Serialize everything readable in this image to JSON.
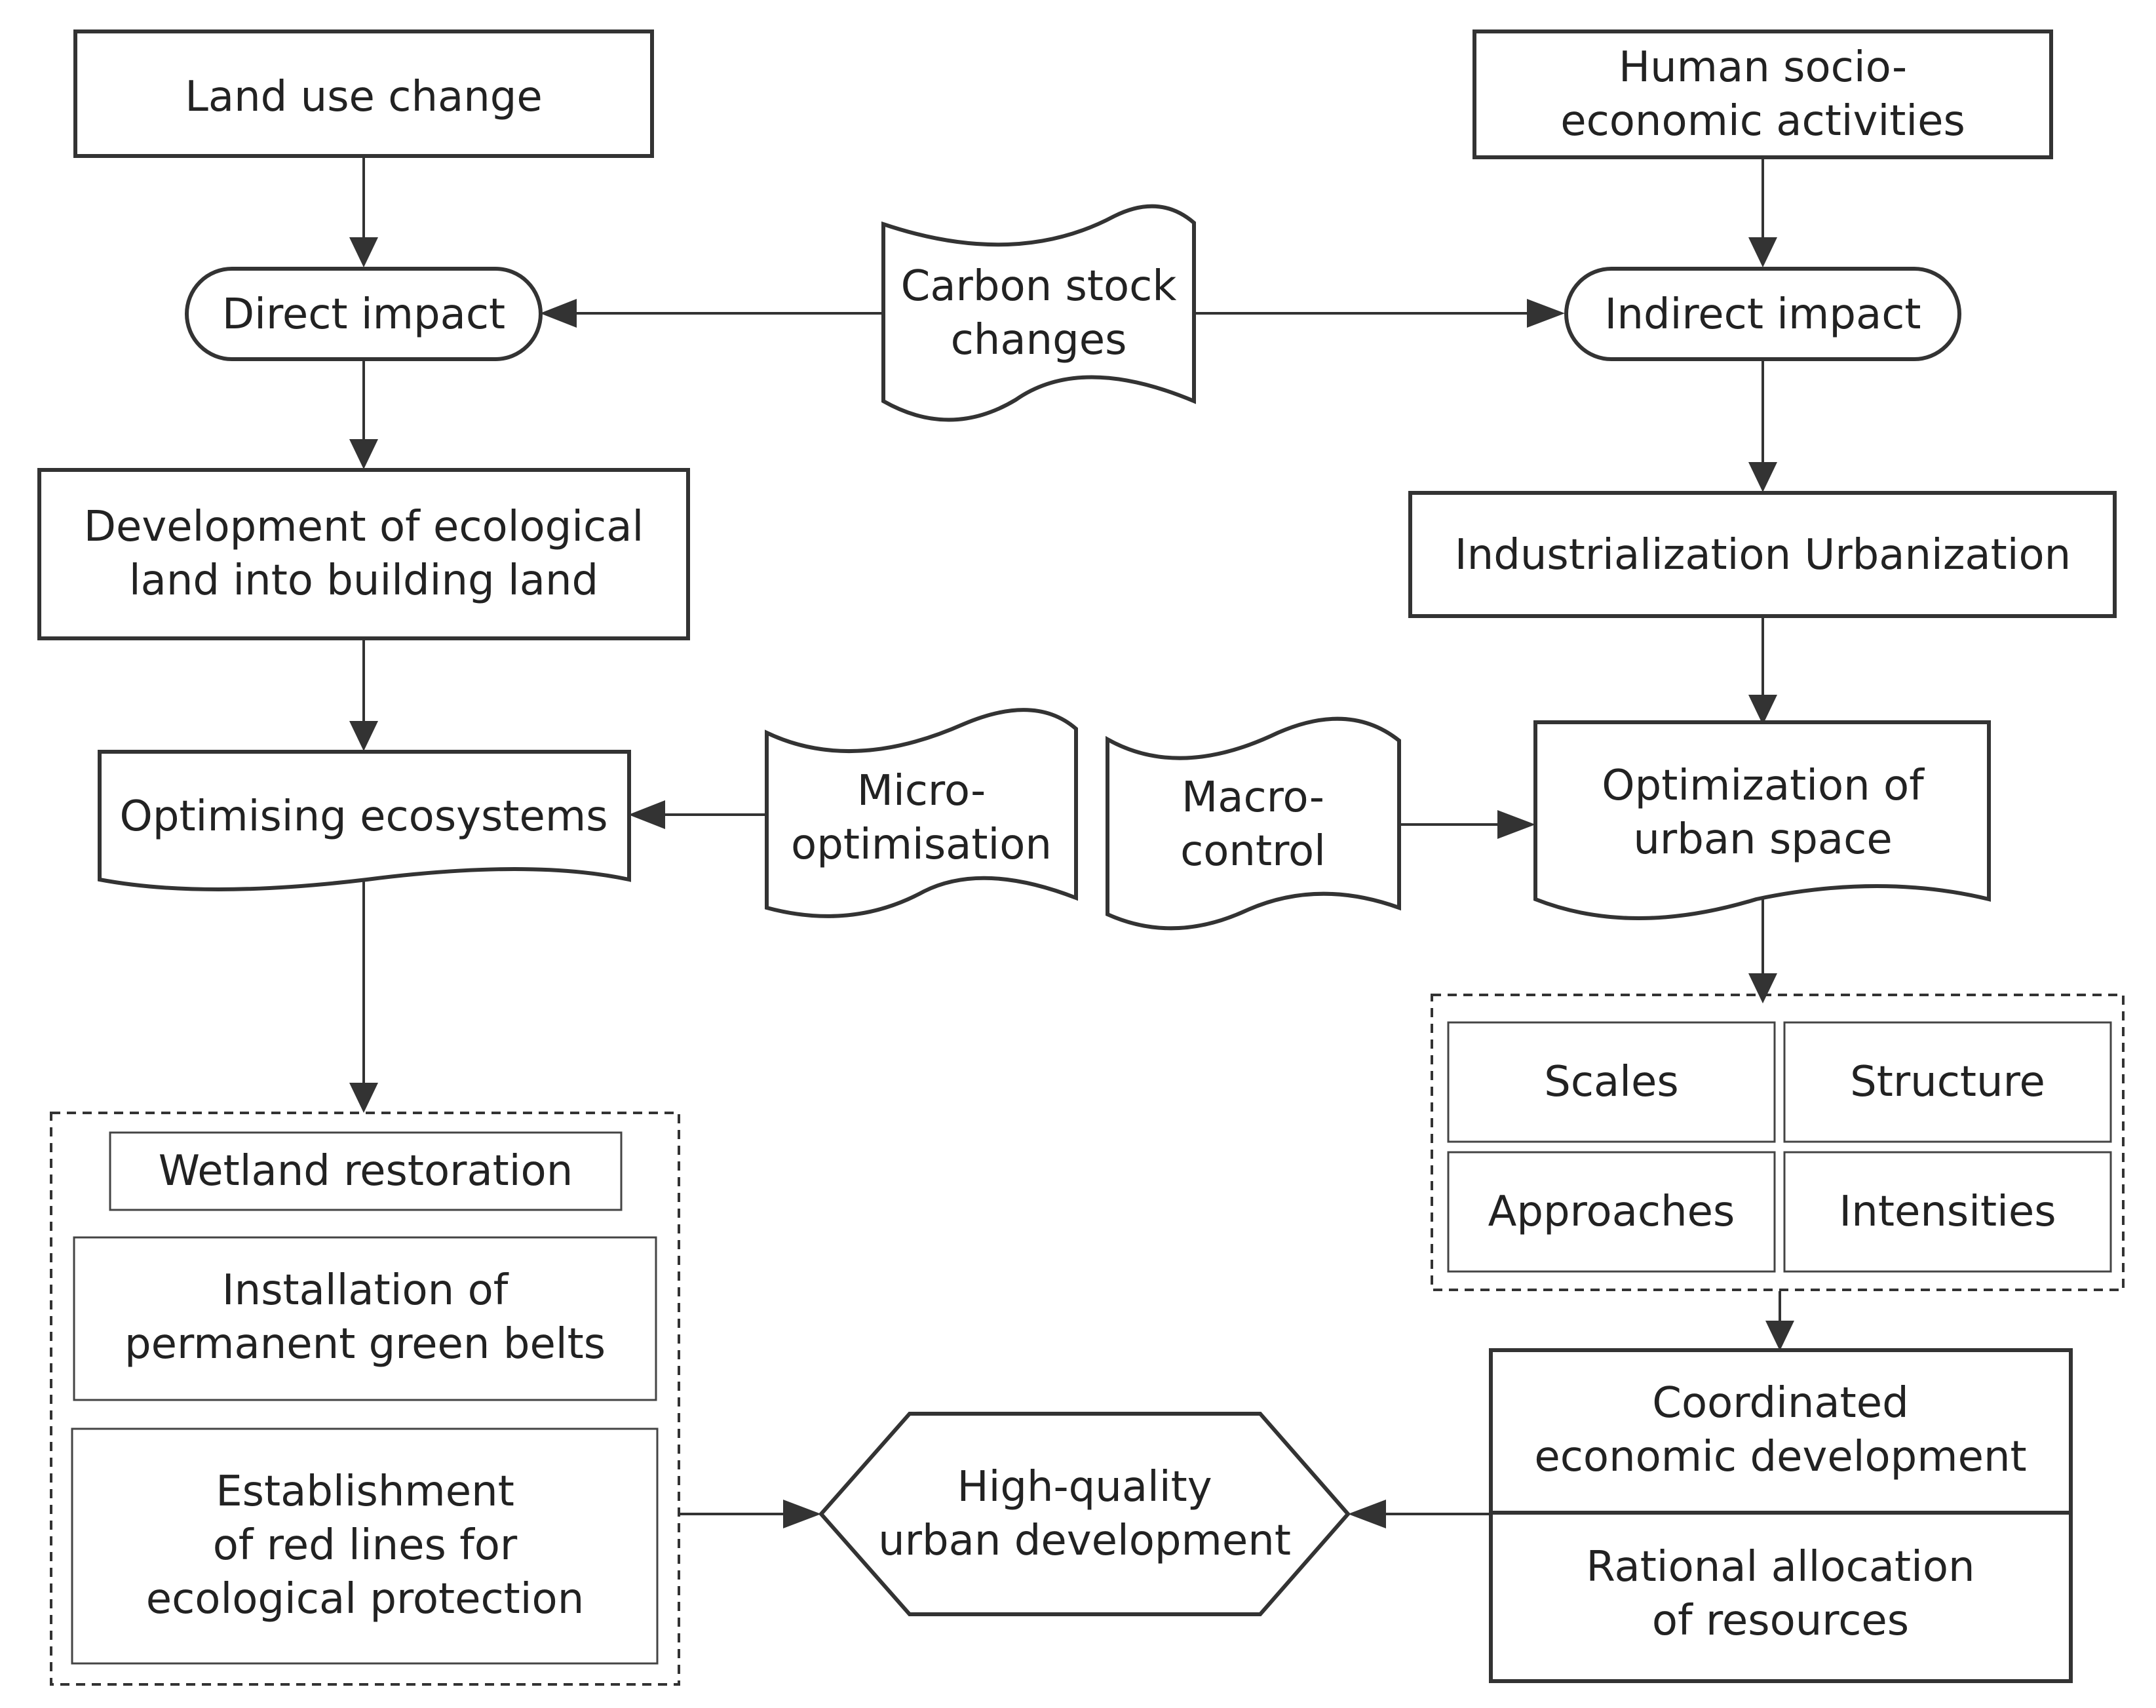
{
  "nodes": {
    "land_use": [
      "Land use change"
    ],
    "human": [
      "Human socio-",
      "economic activities"
    ],
    "direct": [
      "Direct impact"
    ],
    "carbon": [
      "Carbon stock",
      "changes"
    ],
    "indirect": [
      "Indirect impact"
    ],
    "development": [
      "Development of ecological",
      "land into building land"
    ],
    "industrialization": [
      "Industrialization Urbanization"
    ],
    "optimising": [
      "Optimising ecosystems"
    ],
    "micro": [
      "Micro-",
      "optimisation"
    ],
    "macro": [
      "Macro-",
      "control"
    ],
    "urban_space": [
      "Optimization of",
      "urban space"
    ],
    "scales": [
      "Scales"
    ],
    "structure": [
      "Structure"
    ],
    "approaches": [
      "Approaches"
    ],
    "intensities": [
      "Intensities"
    ],
    "wetland": [
      "Wetland restoration"
    ],
    "green_belts": [
      "Installation of",
      "permanent green belts"
    ],
    "red_lines": [
      "Establishment",
      "of red lines for",
      "ecological protection"
    ],
    "high_quality": [
      "High-quality",
      "urban development"
    ],
    "coordinated": [
      "Coordinated",
      "economic development"
    ],
    "rational": [
      "Rational allocation",
      "of resources"
    ]
  }
}
